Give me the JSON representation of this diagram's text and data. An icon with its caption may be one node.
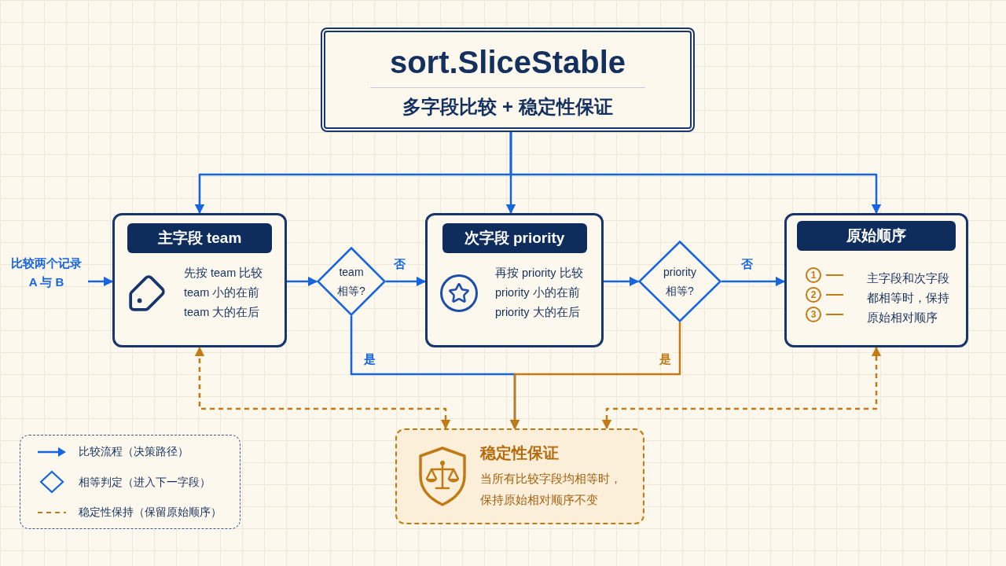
{
  "diagram": {
    "nodes": [
      {
        "text": [
          "sort.SliceStable",
          "多字段比较 + 稳定性保证"
        ]
      },
      {
        "text": [
          "比较两个记录",
          "A 与 B"
        ]
      },
      {
        "text": [
          "主字段 team",
          "先按 team 比较",
          "team 小的在前",
          "team 大的在后"
        ]
      },
      {
        "text": [
          "team 相等?"
        ]
      },
      {
        "text": [
          "次字段 priority",
          "再按 priority 比较",
          "priority 小的在前",
          "priority 大的在后"
        ]
      },
      {
        "text": [
          "priority 相等?"
        ]
      },
      {
        "text": [
          "原始顺序",
          "主字段和次字段都相等时，保持原始相对顺序"
        ]
      },
      {
        "text": [
          "稳定性保证",
          "当所有比较字段均相等时，保持原始相对顺序不变"
        ]
      }
    ],
    "edges": [
      {
        "from": 0,
        "to": 2,
        "arrow": "to"
      },
      {
        "from": 0,
        "to": 4,
        "arrow": "to"
      },
      {
        "from": 0,
        "to": 6,
        "arrow": "to"
      },
      {
        "from": 1,
        "to": 2,
        "arrow": "to"
      },
      {
        "from": 2,
        "to": 3,
        "arrow": "to"
      },
      {
        "from": 3,
        "to": 4,
        "arrow": "to",
        "label": "否"
      },
      {
        "from": 4,
        "to": 5,
        "arrow": "to"
      },
      {
        "from": 5,
        "to": 6,
        "arrow": "to",
        "label": "否"
      },
      {
        "from": 3,
        "to": 7,
        "arrow": "to",
        "label": "是"
      },
      {
        "from": 5,
        "to": 7,
        "arrow": "to",
        "label": "是",
        "color": "#c27a14"
      },
      {
        "from": 7,
        "to": 2,
        "arrow": "both",
        "style": "dashed",
        "color": "#c27a14"
      },
      {
        "from": 7,
        "to": 6,
        "arrow": "both",
        "style": "dashed",
        "color": "#c27a14"
      }
    ],
    "labels": [
      "1",
      "2",
      "3"
    ],
    "legend": [
      {
        "text": "比较流程（决策路径）"
      },
      {
        "text": "相等判定（进入下一字段）"
      },
      {
        "text": "稳定性保持（保留原始顺序）"
      }
    ]
  }
}
